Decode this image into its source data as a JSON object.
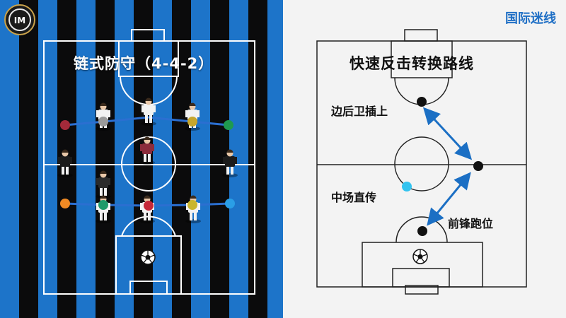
{
  "brand": {
    "text": "国际迷线",
    "color": "#1f6fc5"
  },
  "left": {
    "title": "链式防守（4-4-2）",
    "logo_icon": "inter-milan-crest-icon",
    "stripe_colors": [
      "#1d74c9",
      "#0b0b0c"
    ],
    "markers": {
      "top_row": [
        "#a32a3a",
        "#9a9a9a",
        "#c6a62d",
        "#1f9a4f"
      ],
      "bottom_row": [
        "#f08a24",
        "#1f9a6a",
        "#c62838",
        "#c9b52b",
        "#2a9ee6"
      ]
    },
    "ball_icon": "football-icon"
  },
  "right": {
    "title": "快速反击转换路线",
    "labels": {
      "fullback": "边后卫插上",
      "midfield": "中场直传",
      "forward": "前锋跑位"
    },
    "node_colors": {
      "player": "#111111",
      "midfielder": "#33c3ef",
      "arrow": "#1b6fc4"
    },
    "ball_icon": "football-icon"
  }
}
